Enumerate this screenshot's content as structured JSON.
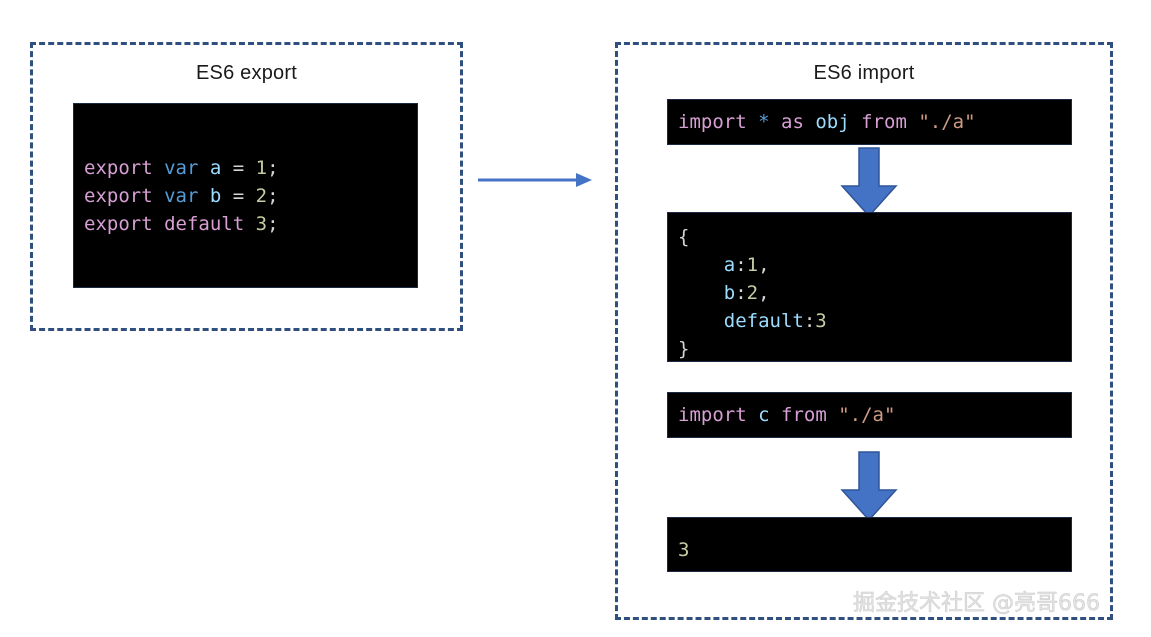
{
  "panels": {
    "export": {
      "title": "ES6 export",
      "code_lines": [
        [
          {
            "text": "export",
            "type": "keyword"
          },
          {
            "text": " ",
            "type": "punct"
          },
          {
            "text": "var",
            "type": "var"
          },
          {
            "text": " ",
            "type": "punct"
          },
          {
            "text": "a",
            "type": "ident"
          },
          {
            "text": " = ",
            "type": "punct"
          },
          {
            "text": "1",
            "type": "num"
          },
          {
            "text": ";",
            "type": "punct"
          }
        ],
        [
          {
            "text": "export",
            "type": "keyword"
          },
          {
            "text": " ",
            "type": "punct"
          },
          {
            "text": "var",
            "type": "var"
          },
          {
            "text": " ",
            "type": "punct"
          },
          {
            "text": "b",
            "type": "ident"
          },
          {
            "text": " = ",
            "type": "punct"
          },
          {
            "text": "2",
            "type": "num"
          },
          {
            "text": ";",
            "type": "punct"
          }
        ],
        [
          {
            "text": "export",
            "type": "keyword"
          },
          {
            "text": " ",
            "type": "punct"
          },
          {
            "text": "default",
            "type": "keyword"
          },
          {
            "text": " ",
            "type": "punct"
          },
          {
            "text": "3",
            "type": "num"
          },
          {
            "text": ";",
            "type": "punct"
          }
        ]
      ],
      "code_plain": "export var a = 1;\nexport var b = 2;\nexport default 3;"
    },
    "import": {
      "title": "ES6 import",
      "blocks": [
        {
          "name": "import-namespace",
          "code_plain": "import * as obj from \"./a\"",
          "code_lines": [
            [
              {
                "text": "import",
                "type": "keyword"
              },
              {
                "text": " ",
                "type": "punct"
              },
              {
                "text": "*",
                "type": "star"
              },
              {
                "text": " ",
                "type": "punct"
              },
              {
                "text": "as",
                "type": "keyword"
              },
              {
                "text": " ",
                "type": "punct"
              },
              {
                "text": "obj",
                "type": "ident"
              },
              {
                "text": " ",
                "type": "punct"
              },
              {
                "text": "from",
                "type": "keyword"
              },
              {
                "text": " ",
                "type": "punct"
              },
              {
                "text": "\"./a\"",
                "type": "string"
              }
            ]
          ]
        },
        {
          "name": "namespace-object-result",
          "code_plain": "{\n    a:1,\n    b:2,\n    default:3\n}",
          "code_lines": [
            [
              {
                "text": "{",
                "type": "punct"
              }
            ],
            [
              {
                "text": "    ",
                "type": "punct"
              },
              {
                "text": "a",
                "type": "ident"
              },
              {
                "text": ":",
                "type": "punct"
              },
              {
                "text": "1",
                "type": "num"
              },
              {
                "text": ",",
                "type": "punct"
              }
            ],
            [
              {
                "text": "    ",
                "type": "punct"
              },
              {
                "text": "b",
                "type": "ident"
              },
              {
                "text": ":",
                "type": "punct"
              },
              {
                "text": "2",
                "type": "num"
              },
              {
                "text": ",",
                "type": "punct"
              }
            ],
            [
              {
                "text": "    ",
                "type": "punct"
              },
              {
                "text": "default",
                "type": "ident"
              },
              {
                "text": ":",
                "type": "punct"
              },
              {
                "text": "3",
                "type": "num"
              }
            ],
            [
              {
                "text": "}",
                "type": "punct"
              }
            ]
          ]
        },
        {
          "name": "import-default",
          "code_plain": "import c from \"./a\"",
          "code_lines": [
            [
              {
                "text": "import",
                "type": "keyword"
              },
              {
                "text": " ",
                "type": "punct"
              },
              {
                "text": "c",
                "type": "ident"
              },
              {
                "text": " ",
                "type": "punct"
              },
              {
                "text": "from",
                "type": "keyword"
              },
              {
                "text": " ",
                "type": "punct"
              },
              {
                "text": "\"./a\"",
                "type": "string"
              }
            ]
          ]
        },
        {
          "name": "default-value-result",
          "code_plain": "3",
          "code_lines": [
            [
              {
                "text": "3",
                "type": "num"
              }
            ]
          ]
        }
      ]
    }
  },
  "arrows": {
    "export_to_import": {
      "icon": "right-arrow-icon",
      "color": "#4472c4"
    },
    "namespace_down": {
      "icon": "down-block-arrow-icon",
      "color": "#4472c4"
    },
    "default_down": {
      "icon": "down-block-arrow-icon",
      "color": "#4472c4"
    }
  },
  "watermark": {
    "text": "掘金技术社区 @亮哥666"
  },
  "colors": {
    "panel_border": "#2f4f7f",
    "code_background": "#000000",
    "arrow_blue": "#4472c4",
    "arrow_blue_stroke": "#2f5597",
    "keyword": "#d79fd4",
    "var_keyword": "#569cd6",
    "identifier": "#9cdcfe",
    "number": "#c9cba3",
    "string": "#ce9a82",
    "punctuation": "#d4d4d4",
    "title_text": "#1a1a1a",
    "watermark_text": "#e3e3e3"
  }
}
